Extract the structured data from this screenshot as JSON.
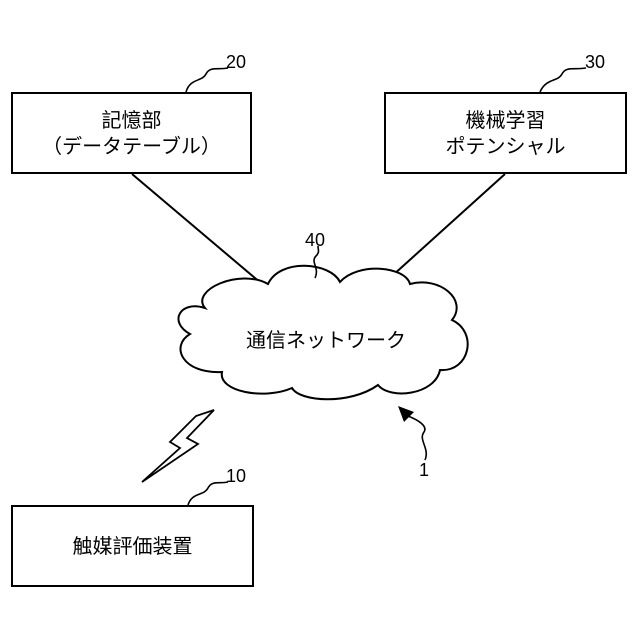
{
  "storage_box": {
    "line1": "記憶部",
    "line2": "（データテーブル）"
  },
  "ml_box": {
    "line1": "機械学習",
    "line2": "ポテンシャル"
  },
  "catalyst_box": {
    "label": "触媒評価装置"
  },
  "network": {
    "label": "通信ネットワーク"
  },
  "refs": {
    "storage": "20",
    "ml": "30",
    "network": "40",
    "catalyst": "10",
    "system": "1"
  }
}
